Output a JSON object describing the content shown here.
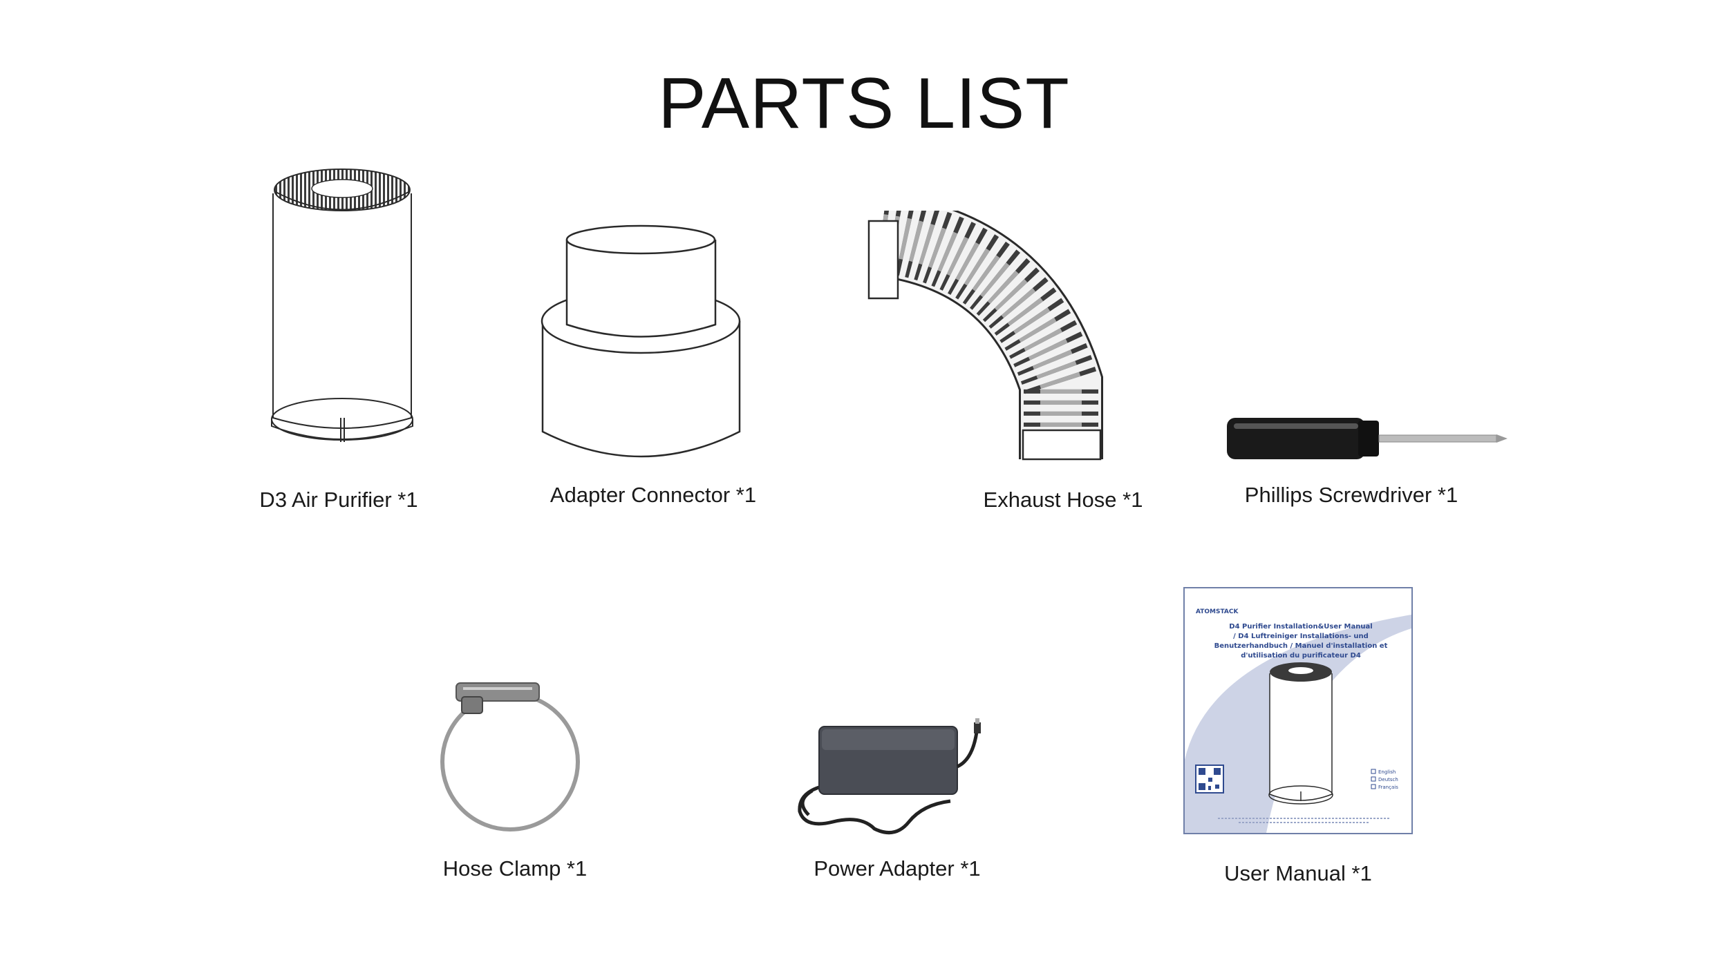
{
  "page": {
    "title": "PARTS LIST"
  },
  "parts": [
    {
      "label": "D3 Air Purifier *1"
    },
    {
      "label": "Adapter Connector *1"
    },
    {
      "label": "Exhaust Hose *1"
    },
    {
      "label": "Phillips Screwdriver *1"
    },
    {
      "label": "Hose Clamp *1"
    },
    {
      "label": "Power Adapter *1"
    },
    {
      "label": "User Manual *1"
    }
  ],
  "manual_cover": {
    "brand": "ATOMSTACK",
    "title_lines": [
      "D4 Purifier Installation&User Manual",
      "/ D4 Luftreiniger Installations- und",
      "Benutzerhandbuch / Manuel d'installation et",
      "d'utilisation du purificateur D4"
    ],
    "languages": [
      "English",
      "Deutsch",
      "Français"
    ],
    "accent_color": "#cdd3e6",
    "text_color": "#2f4a8f"
  }
}
